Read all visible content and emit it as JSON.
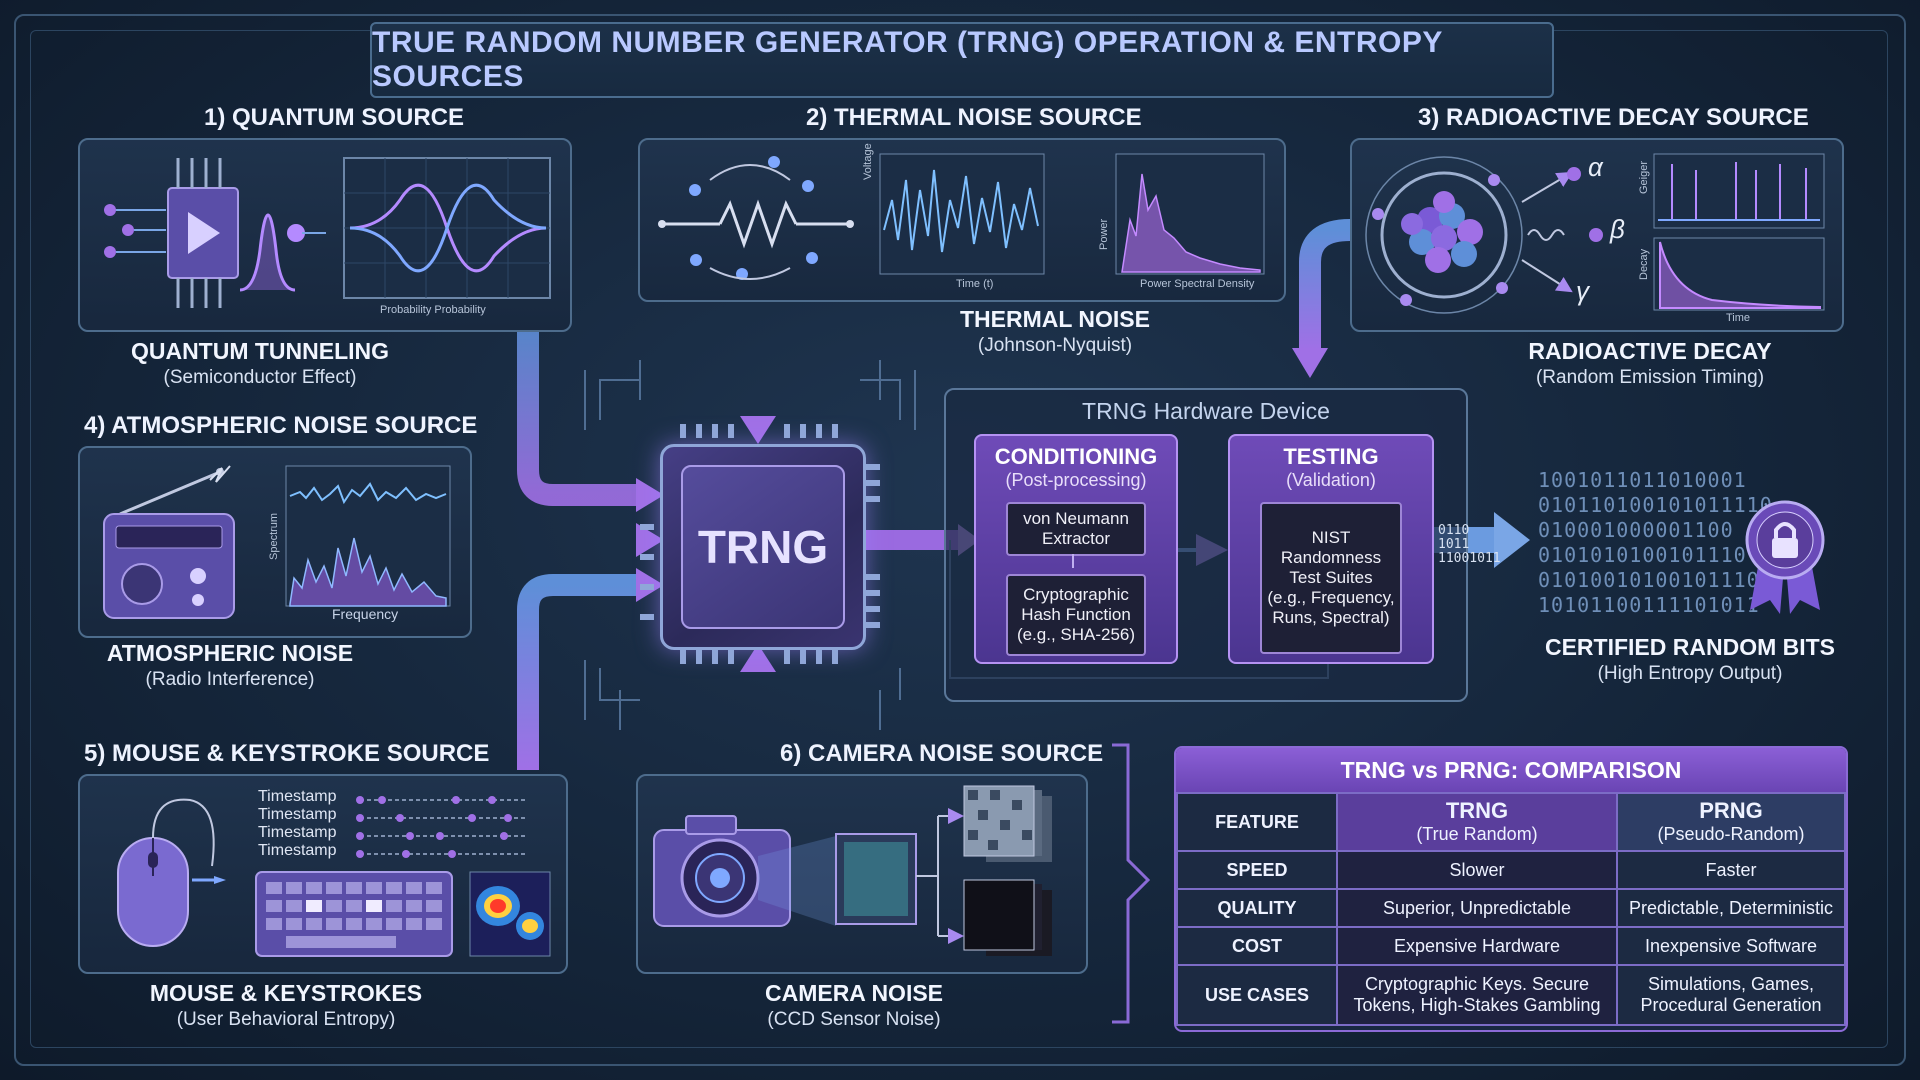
{
  "title": "TRUE RANDOM NUMBER GENERATOR (TRNG) OPERATION & ENTROPY SOURCES",
  "sources": {
    "quantum": {
      "heading": "1) QUANTUM SOURCE",
      "caption": "QUANTUM TUNNELING",
      "sub": "(Semiconductor Effect)",
      "plot_label": "Probability Probability"
    },
    "thermal": {
      "heading": "2) THERMAL NOISE SOURCE",
      "caption": "THERMAL NOISE",
      "sub": "(Johnson-Nyquist)",
      "plot1_ylabel": "Voltage",
      "plot1_xlabel": "Time (t)",
      "plot2_ylabel": "Power",
      "plot2_xlabel": "Power Spectral Density"
    },
    "radioactive": {
      "heading": "3) RADIOACTIVE DECAY SOURCE",
      "caption": "RADIOACTIVE DECAY",
      "sub": "(Random Emission Timing)",
      "alpha": "α",
      "beta": "β",
      "gamma": "γ",
      "plot1_ylabel": "Geiger",
      "plot2_ylabel": "Decay",
      "plot2_xlabel": "Time"
    },
    "atmospheric": {
      "heading": "4) ATMOSPHERIC NOISE SOURCE",
      "caption": "ATMOSPHERIC NOISE",
      "sub": "(Radio Interference)",
      "plot_ylabel": "Spectrum",
      "plot_xlabel": "Frequency"
    },
    "mouse": {
      "heading": "5) MOUSE & KEYSTROKE SOURCE",
      "caption": "MOUSE & KEYSTROKES",
      "sub": "(User Behavioral Entropy)",
      "timestamps": [
        "Timestamp",
        "Timestamp",
        "Timestamp",
        "Timestamp"
      ]
    },
    "camera": {
      "heading": "6) CAMERA NOISE SOURCE",
      "caption": "CAMERA NOISE",
      "sub": "(CCD Sensor Noise)"
    }
  },
  "chip": {
    "label": "TRNG"
  },
  "hardware": {
    "title": "TRNG Hardware Device",
    "conditioning": {
      "head": "CONDITIONING",
      "sub": "(Post-processing)",
      "step1": "von Neumann Extractor",
      "step2_line1": "Cryptographic",
      "step2_line2": "Hash Function",
      "step2_line3": "(e.g., SHA-256)"
    },
    "testing": {
      "head": "TESTING",
      "sub": "(Validation)",
      "line1": "NIST",
      "line2": "Randomness",
      "line3": "Test Suites",
      "line4": "(e.g., Frequency,",
      "line5": "Runs, Spectral)"
    }
  },
  "output": {
    "caption": "CERTIFIED RANDOM BITS",
    "sub": "(High Entropy Output)",
    "bit_rows": [
      "1001011011010001",
      "010110100101011110",
      "010001000001100",
      "0101010100101110",
      "01010010100101110",
      "10101100111101011"
    ],
    "stream_bits": [
      "0110",
      "1011",
      "11001011"
    ]
  },
  "comparison": {
    "title": "TRNG vs PRNG: COMPARISON",
    "header": {
      "feature": "FEATURE",
      "trng": "TRNG",
      "trng_sub": "(True Random)",
      "prng": "PRNG",
      "prng_sub": "(Pseudo-Random)"
    },
    "rows": [
      {
        "feature": "SPEED",
        "trng": "Slower",
        "prng": "Faster"
      },
      {
        "feature": "QUALITY",
        "trng": "Superior, Unpredictable",
        "prng": "Predictable, Deterministic"
      },
      {
        "feature": "COST",
        "trng": "Expensive Hardware",
        "prng": "Inexpensive Software"
      },
      {
        "feature": "USE CASES",
        "trng": "Cryptographic Keys. Secure Tokens, High-Stakes Gambling",
        "prng": "Simulations, Games, Procedural Generation"
      }
    ]
  },
  "colors": {
    "accent_purple": "#8b5fd6",
    "accent_blue": "#5b8fd6",
    "panel_border": "#4d6c8c",
    "background": "#15263b"
  },
  "icons": [
    "transistor-icon",
    "resistor-icon",
    "atom-icon",
    "radio-icon",
    "mouse-icon",
    "keyboard-icon",
    "camera-icon",
    "lock-ribbon-icon"
  ]
}
